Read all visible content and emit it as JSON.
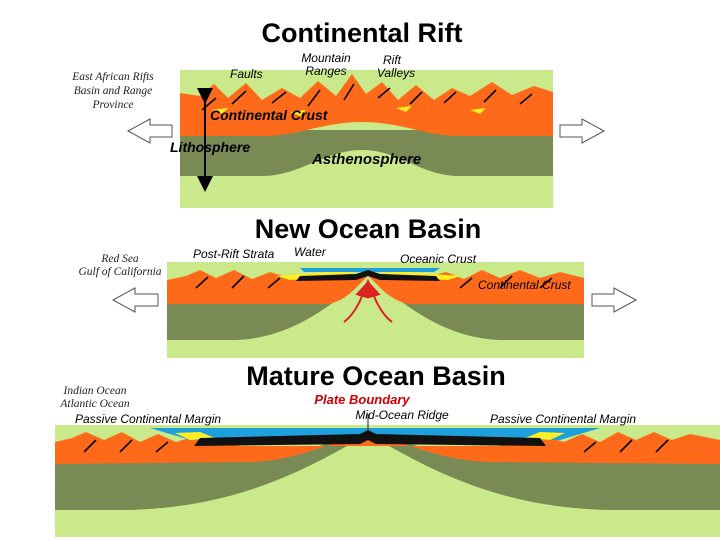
{
  "panels": {
    "rift": {
      "title": "Continental Rift",
      "examples": [
        "East African Rifts",
        "Basin and Range",
        "Province"
      ],
      "labels": {
        "faults": "Faults",
        "mountain_ranges": [
          "Mountain",
          "Ranges"
        ],
        "rift_valleys": [
          "Rift",
          "Valleys"
        ],
        "continental_crust": "Continental Crust",
        "lithosphere": "Lithosphere",
        "asthenosphere": "Asthenosphere"
      }
    },
    "new_ocean": {
      "title": "New Ocean Basin",
      "examples": [
        "Red Sea",
        "Gulf of California"
      ],
      "labels": {
        "post_rift_strata": "Post-Rift Strata",
        "water": "Water",
        "oceanic_crust": "Oceanic Crust",
        "continental_crust": "Continental Crust"
      }
    },
    "mature_ocean": {
      "title": "Mature Ocean Basin",
      "examples": [
        "Indian Ocean",
        "Atlantic Ocean"
      ],
      "labels": {
        "plate_boundary": "Plate Boundary",
        "mid_ocean_ridge": "Mid-Ocean Ridge",
        "passive_margin_left": "Passive Continental Margin",
        "passive_margin_right": "Passive Continental Margin"
      }
    }
  },
  "colors": {
    "crust": "#ff6a1a",
    "lithosphere": "#7a8a55",
    "asthenosphere": "#c9e98a",
    "water": "#1ea0dc",
    "strata": "#ffee22",
    "oceanic_crust": "#111111",
    "magma_arrow": "#dd2222"
  }
}
